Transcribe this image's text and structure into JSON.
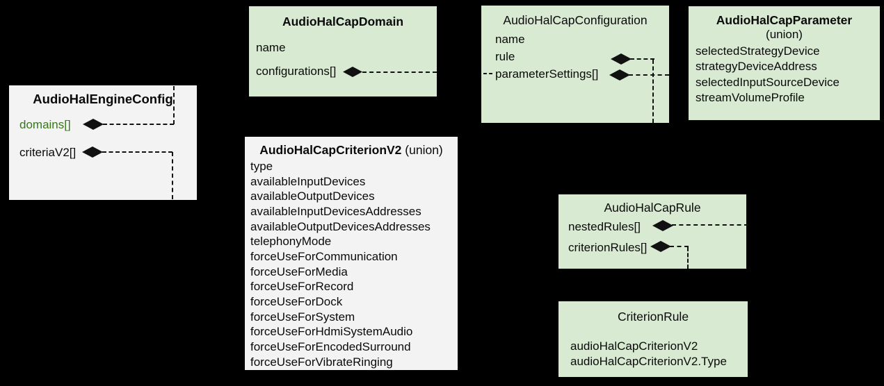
{
  "colors": {
    "background": "#000000",
    "green_box": "#d9ead3",
    "gray_box": "#f3f3f3",
    "green_text": "#38761d",
    "line": "#111111"
  },
  "boxes": {
    "engine_config": {
      "title": "AudioHalEngineConfig",
      "fields": [
        {
          "text": "domains[]",
          "color": "green"
        },
        {
          "text": "criteriaV2[]"
        }
      ]
    },
    "domain": {
      "title": "AudioHalCapDomain",
      "fields": [
        "name",
        "configurations[]"
      ]
    },
    "configuration": {
      "title": "AudioHalCapConfiguration",
      "fields": [
        "name",
        "rule",
        "parameterSettings[]"
      ]
    },
    "parameter": {
      "title": "AudioHalCapParameter",
      "subtitle": "(union)",
      "fields": [
        "selectedStrategyDevice",
        "strategyDeviceAddress",
        "selectedInputSourceDevice",
        "streamVolumeProfile"
      ]
    },
    "criterion_v2": {
      "title": "AudioHalCapCriterionV2",
      "title_suffix": " (union)",
      "fields": [
        "type",
        "availableInputDevices",
        "availableOutputDevices",
        "availableInputDevicesAddresses",
        "availableOutputDevicesAddresses",
        "telephonyMode",
        "forceUseForCommunication",
        "forceUseForMedia",
        "forceUseForRecord",
        "forceUseForDock",
        "forceUseForSystem",
        "forceUseForHdmiSystemAudio",
        "forceUseForEncodedSurround",
        "forceUseForVibrateRinging"
      ]
    },
    "rule": {
      "title": "AudioHalCapRule",
      "fields": [
        "nestedRules[]",
        "criterionRules[]"
      ]
    },
    "criterion_rule": {
      "title": "CriterionRule",
      "fields": [
        "audioHalCapCriterionV2",
        "audioHalCapCriterionV2.Type"
      ]
    }
  }
}
